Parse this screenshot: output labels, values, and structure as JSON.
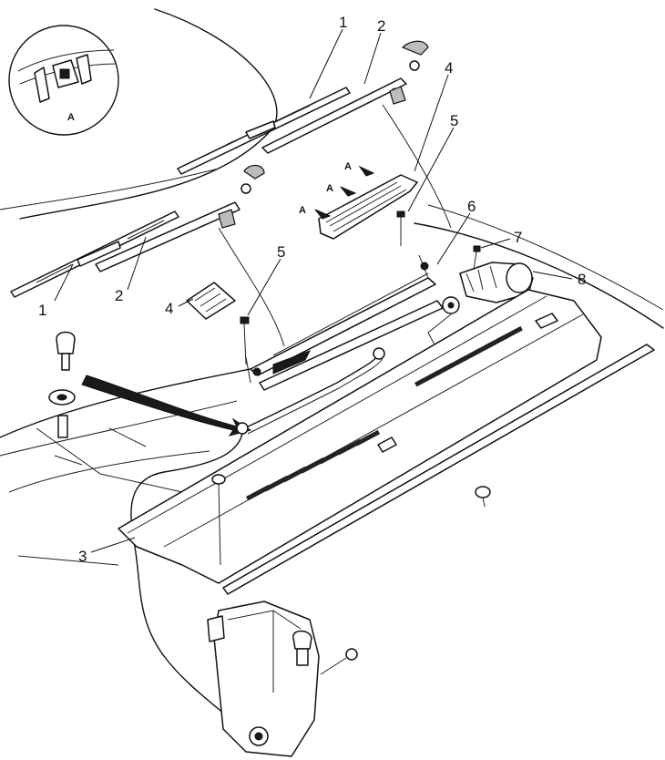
{
  "callouts": {
    "n1": "1",
    "n2": "2",
    "n3": "3",
    "n4": "4",
    "n5": "5",
    "n6": "6",
    "n7": "7",
    "n8": "8"
  },
  "detail_view": {
    "label": "A"
  },
  "arrow_marker": "A"
}
